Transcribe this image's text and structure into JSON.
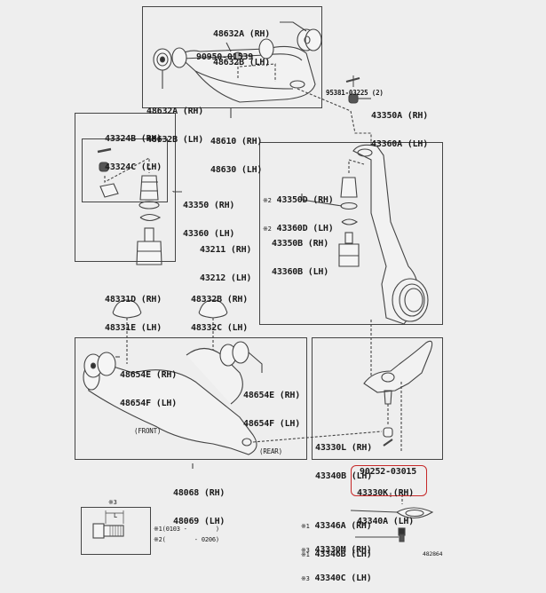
{
  "diagram": {
    "title": "Front Suspension Arm & Steering Knuckle Parts Diagram",
    "diagram_number": "482864",
    "highlight_color": "#c62828",
    "line_color": "#444444",
    "background_color": "#eeeeee"
  },
  "callouts": {
    "upper_bushing_rear": {
      "rh": "48632A (RH)",
      "lh": "48632B (LH)"
    },
    "upper_bushing_front": {
      "rh": "48632A (RH)",
      "lh": "48632B (LH)"
    },
    "upper_grease_fitting": {
      "part": "90950-01539"
    },
    "upper_arm_assembly": {
      "rh": "48610 (RH)",
      "lh": "48630 (LH)"
    },
    "cotter_pin": {
      "part": "95381-03225 (2)"
    },
    "upper_nut": {
      "rh": "43350A (RH)",
      "lh": "43360A (LH)"
    },
    "upper_ball_joint_kit": {
      "rh": "43324B (RH)",
      "lh": "43324C (LH)"
    },
    "upper_ball_joint": {
      "rh": "43350 (RH)",
      "lh": "43360 (LH)"
    },
    "steering_knuckle": {
      "rh": "43211 (RH)",
      "lh": "43212 (LH)"
    },
    "knuckle_boot": {
      "mark": "※2",
      "rh": "43350D (RH)",
      "lh": "43360D (LH)"
    },
    "knuckle_ring": {
      "rh": "43350B (RH)",
      "lh": "43360B (LH)"
    },
    "bumper_front": {
      "rh": "48331D (RH)",
      "lh": "48331E (LH)"
    },
    "bumper_rear": {
      "rh": "48332B (RH)",
      "lh": "48332C (LH)"
    },
    "lower_bushing_front": {
      "rh": "48654E (RH)",
      "lh": "48654F (LH)",
      "note": "(FRONT)"
    },
    "lower_bushing_rear": {
      "rh": "48654E (RH)",
      "lh": "48654F (LH)",
      "note": "(REAR)"
    },
    "lower_arm_assembly": {
      "rh": "48068 (RH)",
      "lh": "48069 (LH)"
    },
    "lower_ball_nut": {
      "rh": "43330L (RH)",
      "lh": "43340B (LH)"
    },
    "lower_cotter_pin": {
      "part": "90252-03015"
    },
    "lower_ball_joint": {
      "rh": "43330K (RH)",
      "lh": "43340A (LH)",
      "highlighted": true
    },
    "dust_cover": {
      "mark": "※1",
      "rh": "43346A (RH)",
      "lh": "43346B (LH)"
    },
    "bolt": {
      "mark": "※3",
      "rh": "43330M (RH)",
      "lh": "43340C (LH)"
    }
  },
  "legend": {
    "bolt_mark": "※3",
    "dimension_label": "L",
    "notes": [
      "※1(0103 -        )",
      "※2(        - 0206)"
    ]
  }
}
